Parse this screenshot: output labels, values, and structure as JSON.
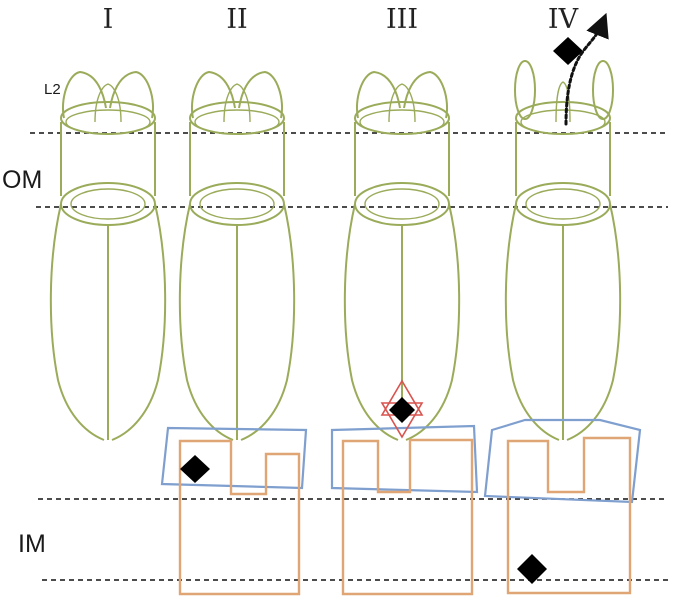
{
  "stages": {
    "s1": "I",
    "s2": "II",
    "s3": "III",
    "s4": "IV"
  },
  "labels": {
    "om": "OM",
    "im": "IM",
    "l2": "L2"
  },
  "colors": {
    "secretin_complex": "#9aab5a",
    "inner_ring": "#e0a574",
    "periplasmic_ring": "#7f9fcf",
    "star_marker": "#d9534f",
    "substrate": "#000000"
  }
}
